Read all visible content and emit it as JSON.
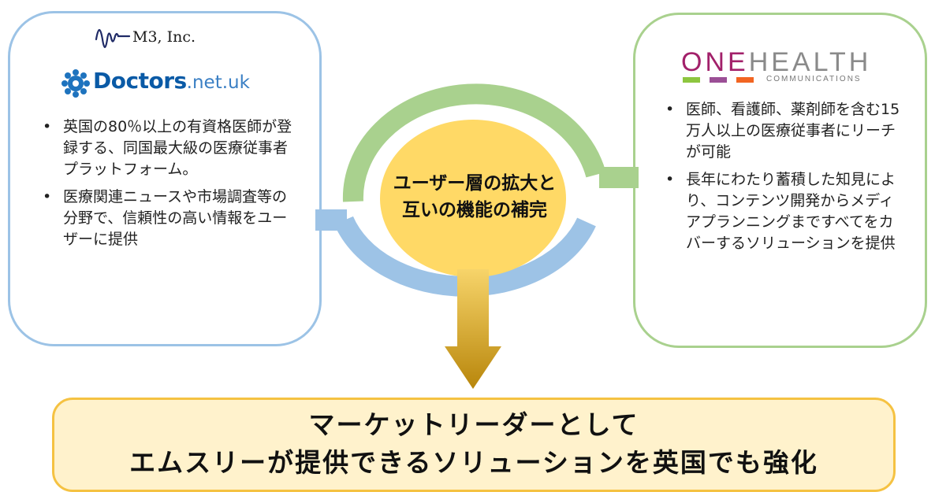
{
  "left_panel": {
    "m3_logo_text": "M3, Inc.",
    "doctors_logo": {
      "main": "Doctors",
      "suffix": ".net.uk"
    },
    "bullets": [
      "英国の80％以上の有資格医師が登録する、同国最大級の医療従事者プラットフォーム。",
      "医療関連ニュースや市場調査等の分野で、信頼性の高い情報をユーザーに提供"
    ]
  },
  "right_panel": {
    "logo": {
      "one": "ONE",
      "health": "HEALTH",
      "sub": "COMMUNICATIONS"
    },
    "bullets": [
      "医師、看護師、薬剤師を含む15万人以上の医療従事者にリーチが可能",
      "長年にわたり蓄積した知見により、コンテンツ開発からメディアプランニングまですべてをカバーするソリューションを提供"
    ]
  },
  "center": {
    "line1": "ユーザー層の拡大と",
    "line2": "互いの機能の補完"
  },
  "banner": {
    "line1": "マーケットリーダーとして",
    "line2": "エムスリーが提供できるソリューションを英国でも強化"
  },
  "colors": {
    "left_border": "#9cc3e6",
    "right_border": "#a9d18e",
    "center_circle": "#ffd966",
    "arrow": "#c59b18",
    "banner_bg": "#fff2cc",
    "banner_border": "#f5c242",
    "onehealth_magenta": "#a2206a",
    "onehealth_green": "#8dc63f",
    "onehealth_purple": "#9b4f96",
    "onehealth_orange": "#f26522"
  },
  "bullet_symbol": "•"
}
